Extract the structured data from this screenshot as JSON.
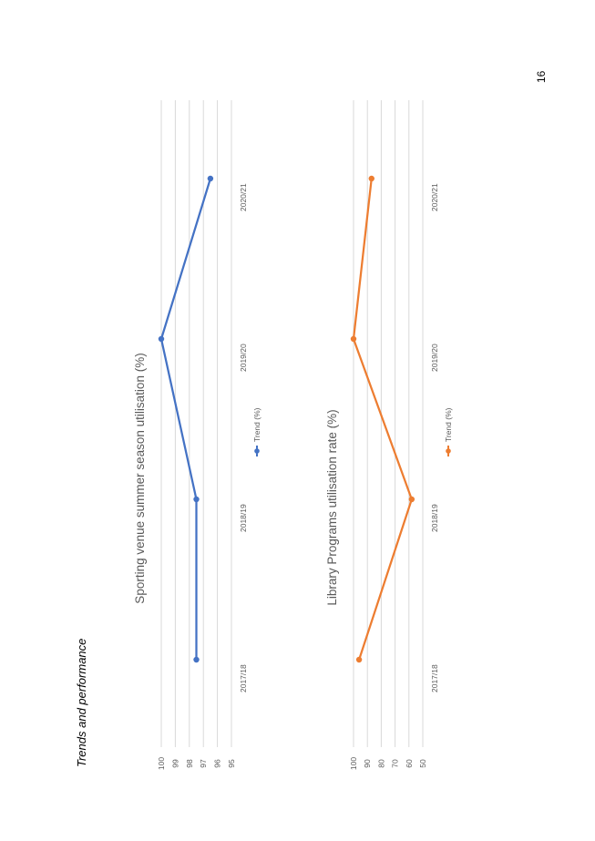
{
  "page": {
    "heading": "Trends and performance",
    "page_number": "16"
  },
  "chart_data": [
    {
      "type": "line",
      "title": "Sporting venue summer season utilisation (%)",
      "categories": [
        "2017/18",
        "2018/19",
        "2019/20",
        "2020/21"
      ],
      "series": [
        {
          "name": "Trend (%)",
          "values": [
            97.5,
            97.5,
            100,
            96.5
          ],
          "color": "#4472C4"
        }
      ],
      "ylim": [
        95,
        100
      ],
      "yticks": [
        "100",
        "99",
        "98",
        "97",
        "96",
        "95"
      ],
      "grid": true,
      "legend": "bottom"
    },
    {
      "type": "line",
      "title": "Library Programs utilisation rate (%)",
      "categories": [
        "2017/18",
        "2018/19",
        "2019/20",
        "2020/21"
      ],
      "series": [
        {
          "name": "Trend (%)",
          "values": [
            96,
            58,
            100,
            87
          ],
          "color": "#ED7D31"
        }
      ],
      "ylim": [
        50,
        100
      ],
      "yticks": [
        "100",
        "90",
        "80",
        "70",
        "60",
        "50"
      ],
      "grid": true,
      "legend": "bottom"
    }
  ]
}
